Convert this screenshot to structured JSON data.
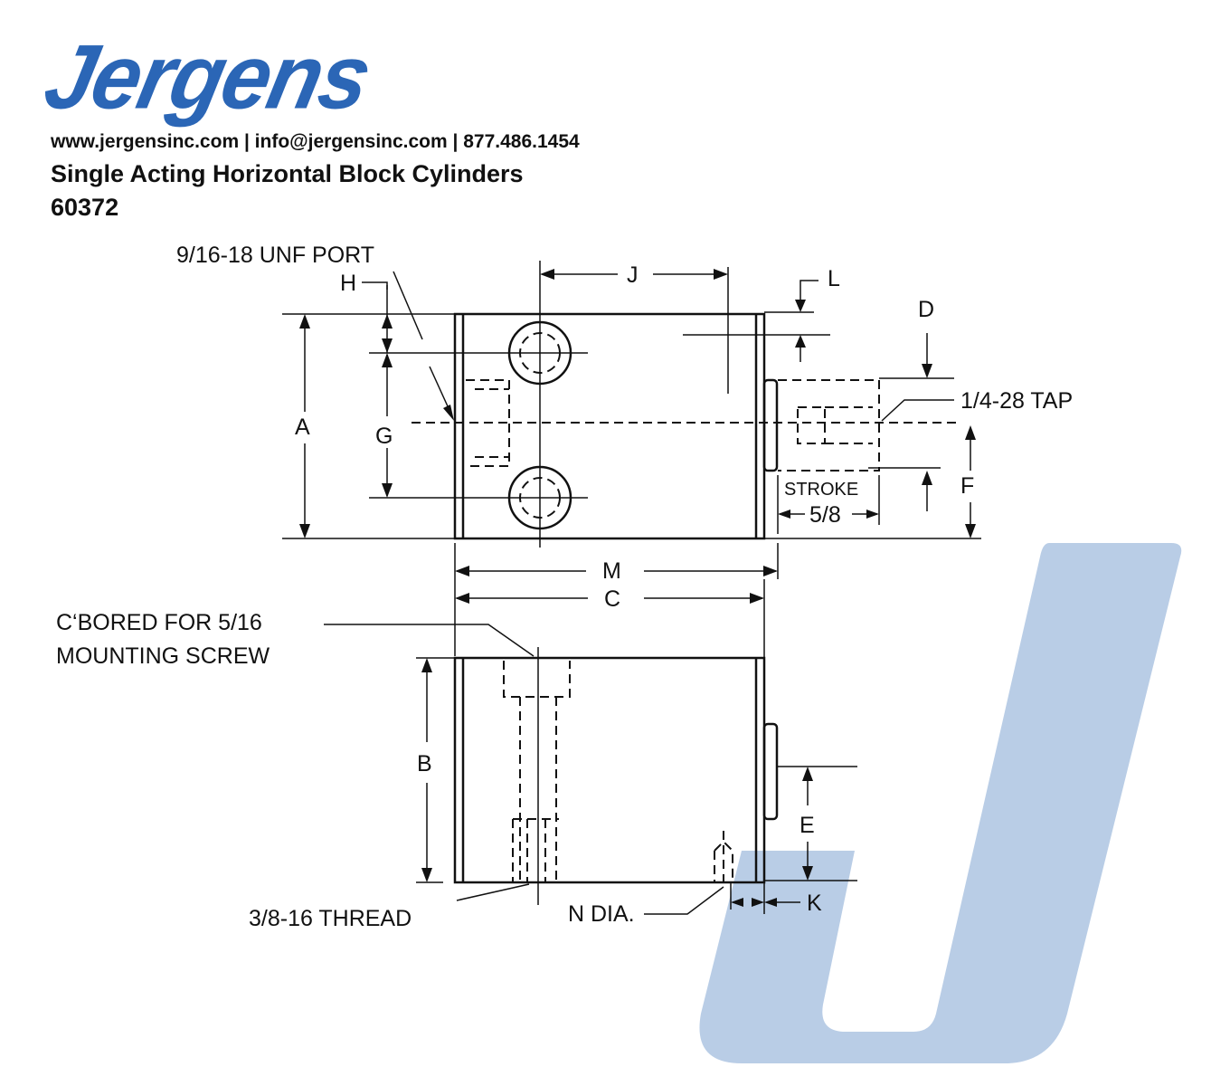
{
  "header": {
    "logo": "Jergens",
    "contact": "www.jergensinc.com | info@jergensinc.com | 877.486.1454",
    "title": "Single Acting Horizontal Block Cylinders",
    "part_number": "60372"
  },
  "colors": {
    "brand": "#2b66b6",
    "watermark": "#b9cde6"
  },
  "drawing": {
    "labels": {
      "port": "9/16-18 UNF PORT",
      "H": "H",
      "J": "J",
      "L": "L",
      "D": "D",
      "A": "A",
      "G": "G",
      "tap": "1/4-28 TAP",
      "F": "F",
      "stroke": "STROKE",
      "stroke_value": "5/8",
      "M": "M",
      "C": "C",
      "cbore_line1": "C‘BORED FOR 5/16",
      "cbore_line2": "MOUNTING SCREW",
      "B": "B",
      "E": "E",
      "thread": "3/8-16 THREAD",
      "n_dia": "N DIA.",
      "K": "K"
    }
  }
}
